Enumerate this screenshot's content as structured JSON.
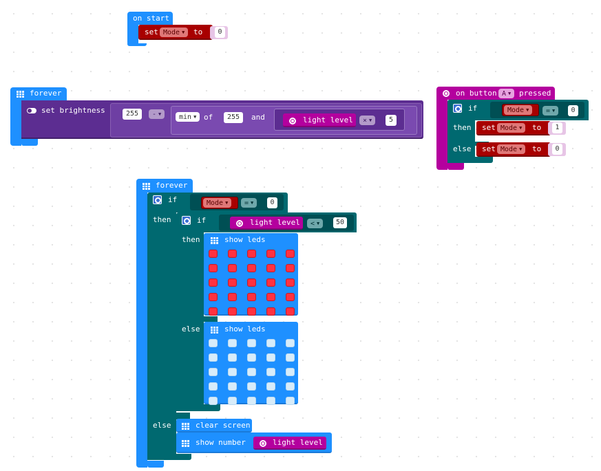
{
  "on_start": {
    "title": "on start",
    "set_label": "set",
    "variable": "Mode",
    "to_label": "to",
    "value": "0"
  },
  "forever_top": {
    "title": "forever",
    "set_brightness_label": "set brightness",
    "value_a": "255",
    "op": "-",
    "min_label": "min",
    "of_label": "of",
    "value_b": "255",
    "and_label": "and",
    "light_level_label": "light level",
    "mult_op": "×",
    "value_c": "5"
  },
  "on_button": {
    "prefix": "on button",
    "button": "A",
    "suffix": "pressed",
    "if_label": "if",
    "variable": "Mode",
    "compare_op": "=",
    "compare_value": "0",
    "then_label": "then",
    "then_set_label": "set",
    "then_variable": "Mode",
    "then_to_label": "to",
    "then_value": "1",
    "else_label": "else",
    "else_set_label": "set",
    "else_variable": "Mode",
    "else_to_label": "to",
    "else_value": "0"
  },
  "forever_main": {
    "title": "forever",
    "if_label": "if",
    "variable": "Mode",
    "compare_op": "=",
    "compare_value": "0",
    "then_label": "then",
    "inner_if_label": "if",
    "light_level_label": "light level",
    "lt_op": "<",
    "threshold": "50",
    "inner_then_label": "then",
    "show_leds_label_1": "show leds",
    "leds_1": [
      [
        1,
        1,
        1,
        1,
        1
      ],
      [
        1,
        1,
        1,
        1,
        1
      ],
      [
        1,
        1,
        1,
        1,
        1
      ],
      [
        1,
        1,
        1,
        1,
        1
      ],
      [
        1,
        1,
        1,
        1,
        1
      ]
    ],
    "inner_else_label": "else",
    "show_leds_label_2": "show leds",
    "leds_2": [
      [
        0,
        0,
        0,
        0,
        0
      ],
      [
        0,
        0,
        0,
        0,
        0
      ],
      [
        0,
        0,
        0,
        0,
        0
      ],
      [
        0,
        0,
        0,
        0,
        0
      ],
      [
        0,
        0,
        0,
        0,
        0
      ]
    ],
    "else_label": "else",
    "clear_screen_label": "clear screen",
    "show_number_label": "show number",
    "number_light_level_label": "light level"
  },
  "colors": {
    "basic": "#1e90ff",
    "basic_dark": "#1a7ad8",
    "variables": "#a80000",
    "variables_dark": "#7a0000",
    "led": "#5c2d91",
    "led_dark": "#43206b",
    "logic": "#006970",
    "logic_dark": "#004f54",
    "input": "#b4009e",
    "input_dark": "#870076",
    "value_bg": "#e7c5e6",
    "led_on": "#ff3140",
    "led_off": "#d7ecfa"
  }
}
